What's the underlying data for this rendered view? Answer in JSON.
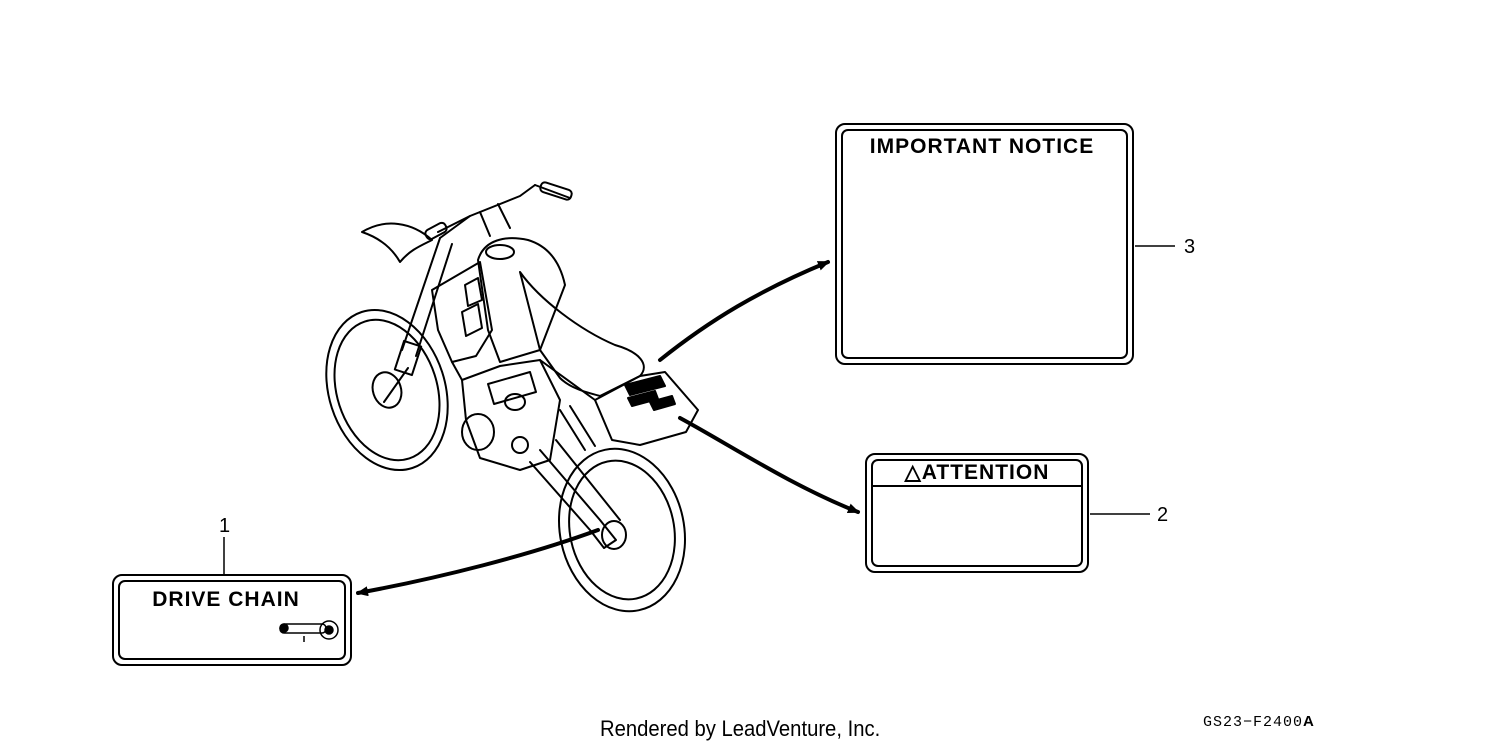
{
  "labels": {
    "drive_chain": {
      "title": "DRIVE CHAIN",
      "callout": "1"
    },
    "attention": {
      "title": "△ATTENTION",
      "callout": "2"
    },
    "important_notice": {
      "title": "IMPORTANT NOTICE",
      "callout": "3"
    }
  },
  "footer": {
    "rendered_by": "Rendered by LeadVenture, Inc.",
    "drawing_code": "GS23−F2400",
    "revision": "A"
  }
}
